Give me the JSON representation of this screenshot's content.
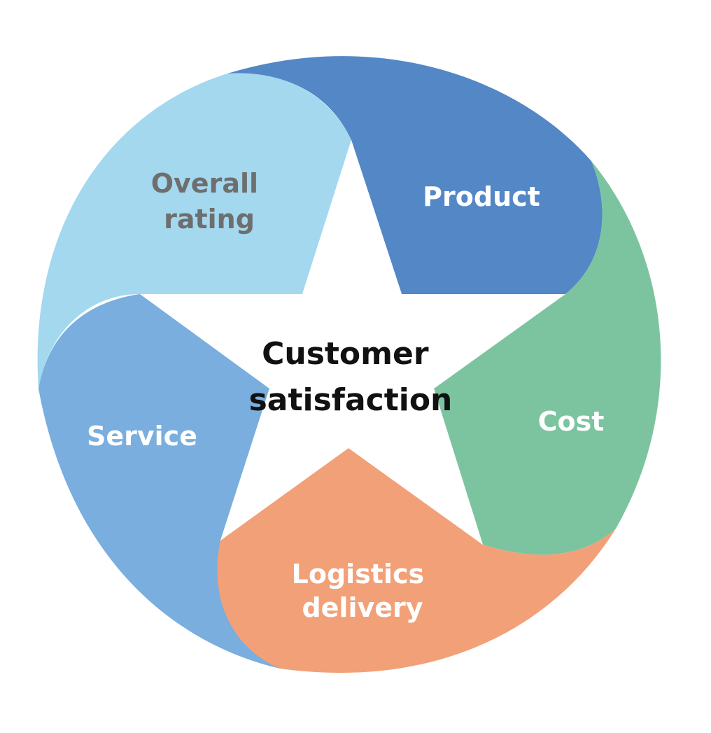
{
  "center": {
    "line1": "Customer",
    "line2": "satisfaction"
  },
  "segments": [
    {
      "key": "product",
      "lines": [
        "Product"
      ],
      "fill": "#5387C6",
      "text_color": "#FFFFFF"
    },
    {
      "key": "cost",
      "lines": [
        "Cost"
      ],
      "fill": "#7CC4A0",
      "text_color": "#FFFFFF"
    },
    {
      "key": "logistics",
      "lines": [
        "Logistics",
        "delivery"
      ],
      "fill": "#F2A078",
      "text_color": "#FFFFFF"
    },
    {
      "key": "service",
      "lines": [
        "Service"
      ],
      "fill": "#79AEDE",
      "text_color": "#FFFFFF"
    },
    {
      "key": "overall",
      "lines": [
        "Overall",
        "rating"
      ],
      "fill": "#A3D8EF",
      "text_color": "#6E6E6E"
    }
  ],
  "colors": {
    "center_text": "#111111",
    "star_fill": "#FFFFFF"
  }
}
